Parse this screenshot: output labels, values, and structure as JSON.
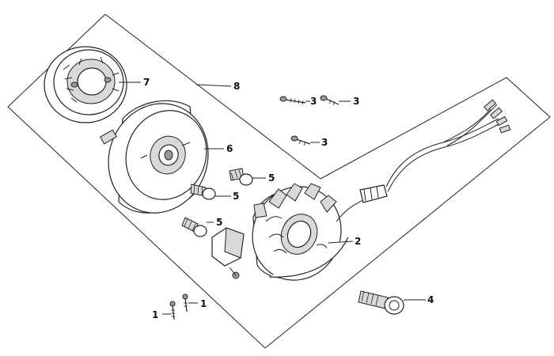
{
  "diagram": {
    "title": "Flywheel magneto / stator exploded view",
    "callouts": [
      {
        "id": "c1a",
        "label": "1"
      },
      {
        "id": "c1b",
        "label": "1"
      },
      {
        "id": "c2",
        "label": "2"
      },
      {
        "id": "c3a",
        "label": "3"
      },
      {
        "id": "c3b",
        "label": "3"
      },
      {
        "id": "c3c",
        "label": "3"
      },
      {
        "id": "c4",
        "label": "4"
      },
      {
        "id": "c5a",
        "label": "5"
      },
      {
        "id": "c5b",
        "label": "5"
      },
      {
        "id": "c5c",
        "label": "5"
      },
      {
        "id": "c6",
        "label": "6"
      },
      {
        "id": "c7",
        "label": "7"
      },
      {
        "id": "c8",
        "label": "8"
      }
    ]
  }
}
